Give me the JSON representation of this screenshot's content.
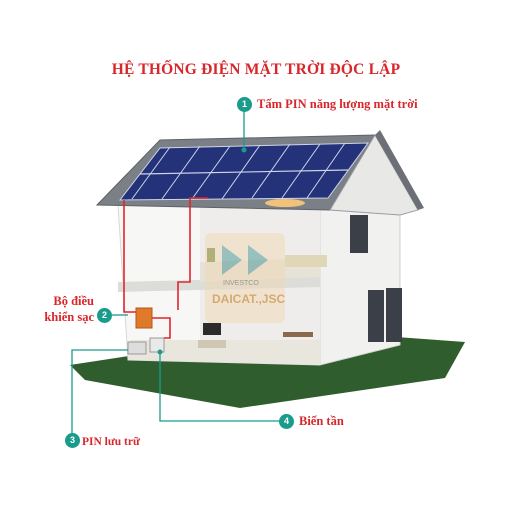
{
  "title": "HỆ THỐNG ĐIỆN MẶT TRỜI ĐỘC LẬP",
  "callouts": [
    {
      "number": "1",
      "label": "Tấm PIN năng lượng mặt trời"
    },
    {
      "number": "2",
      "label_line1": "Bộ điều",
      "label_line2": "khiển sạc"
    },
    {
      "number": "3",
      "label": "PIN lưu trữ"
    },
    {
      "number": "4",
      "label": "Biến tần"
    }
  ],
  "watermark": {
    "brand": "DAICAT.,JSC",
    "sub": "INVESTCO"
  },
  "colors": {
    "accent_red": "#d8262a",
    "callout_teal": "#1a9c8c",
    "grass": "#2f5d2d",
    "solar_panel": "#24327a",
    "roof": "#7b7f86",
    "wiring": "#e0262d"
  }
}
